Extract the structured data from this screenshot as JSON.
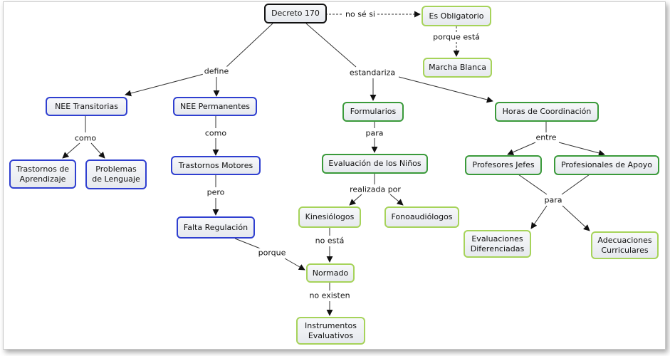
{
  "nodes": {
    "decreto": "Decreto 170",
    "obligatorio": "Es Obligatorio",
    "marcha": "Marcha Blanca",
    "nee_trans": "NEE Transitorias",
    "nee_perm": "NEE Permanentes",
    "formularios": "Formularios",
    "horas": "Horas de Coordinación",
    "trast_aprend": "Trastornos de\nAprendizaje",
    "problemas": "Problemas\nde Lenguaje",
    "trast_motores": "Trastornos Motores",
    "evaluacion": "Evaluación de los Niños",
    "prof_jefes": "Profesores Jefes",
    "prof_apoyo": "Profesionales de Apoyo",
    "falta": "Falta Regulación",
    "kine": "Kinesiólogos",
    "fono": "Fonoaudiólogos",
    "eval_dif": "Evaluaciones\nDiferenciadas",
    "adecuaciones": "Adecuaciones\nCurriculares",
    "normado": "Normado",
    "instrumentos": "Instrumentos\nEvaluativos"
  },
  "links": {
    "no_se_si": "no sé si",
    "porque_esta": "porque está",
    "define": "define",
    "estandariza": "estandariza",
    "como_1": "como",
    "como_2": "como",
    "para_1": "para",
    "entre": "entre",
    "pero": "pero",
    "realizada_por": "realizada por",
    "para_2": "para",
    "no_esta": "no está",
    "porque": "porque",
    "no_existen": "no existen"
  }
}
